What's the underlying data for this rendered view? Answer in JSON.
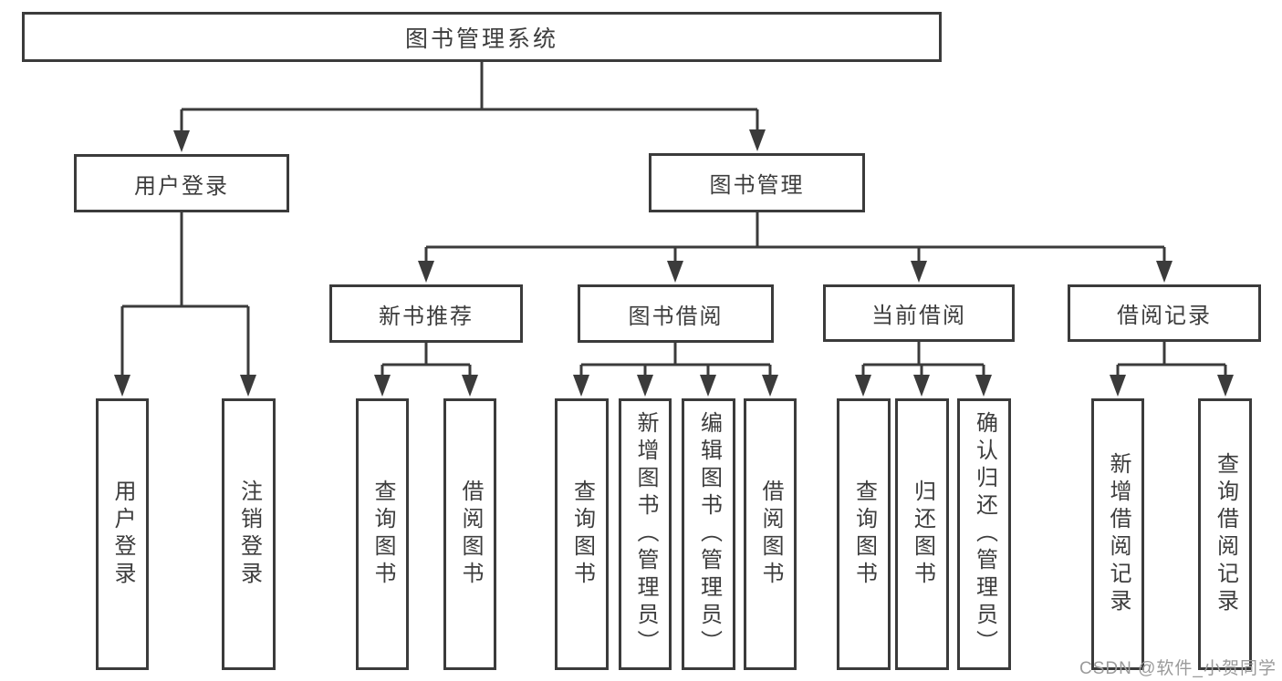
{
  "tree": {
    "root": {
      "label": "图书管理系统"
    },
    "login": {
      "label": "用户登录",
      "children": [
        {
          "label": "用户登录"
        },
        {
          "label": "注销登录"
        }
      ]
    },
    "manage": {
      "label": "图书管理",
      "sections": [
        {
          "label": "新书推荐",
          "children": [
            {
              "label": "查询图书"
            },
            {
              "label": "借阅图书"
            }
          ]
        },
        {
          "label": "图书借阅",
          "children": [
            {
              "label": "查询图书"
            },
            {
              "label": "新增图书（管理员）"
            },
            {
              "label": "编辑图书（管理员）"
            },
            {
              "label": "借阅图书"
            }
          ]
        },
        {
          "label": "当前借阅",
          "children": [
            {
              "label": "查询图书"
            },
            {
              "label": "归还图书"
            },
            {
              "label": "确认归还（管理员）"
            }
          ]
        },
        {
          "label": "借阅记录",
          "children": [
            {
              "label": "新增借阅记录"
            },
            {
              "label": "查询借阅记录"
            }
          ]
        }
      ]
    }
  },
  "watermark": {
    "text": "CSDN @软件_小贺同学"
  },
  "colors": {
    "line": "#3b3b3b",
    "box_border": "#3b3b3b",
    "text": "#3d3d3d",
    "background": "#ffffff",
    "watermark": "#9a9a9a"
  }
}
